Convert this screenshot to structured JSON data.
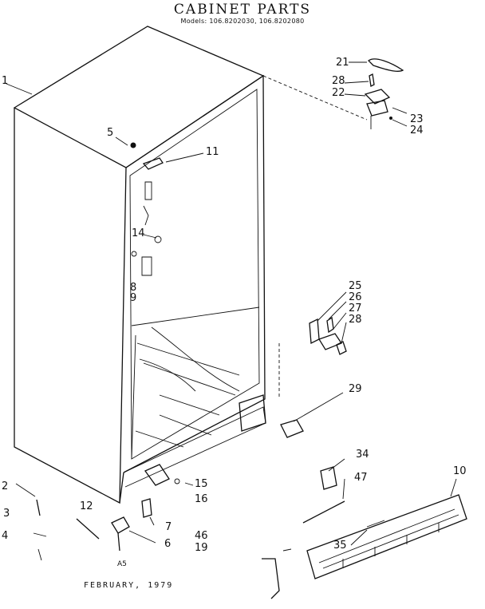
{
  "header": {
    "title": "CABINET PARTS",
    "models": "Models: 106.8202030, 106.8202080"
  },
  "part_labels": [
    {
      "id": "p1",
      "text": "1"
    },
    {
      "id": "p2",
      "text": "2"
    },
    {
      "id": "p3",
      "text": "3"
    },
    {
      "id": "p4",
      "text": "4"
    },
    {
      "id": "p5",
      "text": "5"
    },
    {
      "id": "p6",
      "text": "6"
    },
    {
      "id": "p7",
      "text": "7"
    },
    {
      "id": "p8",
      "text": "8"
    },
    {
      "id": "p9",
      "text": "9"
    },
    {
      "id": "p10",
      "text": "10"
    },
    {
      "id": "p11",
      "text": "11"
    },
    {
      "id": "p12",
      "text": "12"
    },
    {
      "id": "p14",
      "text": "14"
    },
    {
      "id": "p15",
      "text": "15"
    },
    {
      "id": "p16",
      "text": "16"
    },
    {
      "id": "p19",
      "text": "19"
    },
    {
      "id": "p21",
      "text": "21"
    },
    {
      "id": "p22",
      "text": "22"
    },
    {
      "id": "p23",
      "text": "23"
    },
    {
      "id": "p24",
      "text": "24"
    },
    {
      "id": "p25",
      "text": "25"
    },
    {
      "id": "p26",
      "text": "26"
    },
    {
      "id": "p27",
      "text": "27"
    },
    {
      "id": "p28a",
      "text": "28"
    },
    {
      "id": "p28b",
      "text": "28"
    },
    {
      "id": "p29",
      "text": "29"
    },
    {
      "id": "p34",
      "text": "34"
    },
    {
      "id": "p35",
      "text": "35"
    },
    {
      "id": "p46",
      "text": "46"
    },
    {
      "id": "p47",
      "text": "47"
    }
  ],
  "footer": {
    "code": "A5",
    "date": "FEBRUARY, 1979"
  }
}
